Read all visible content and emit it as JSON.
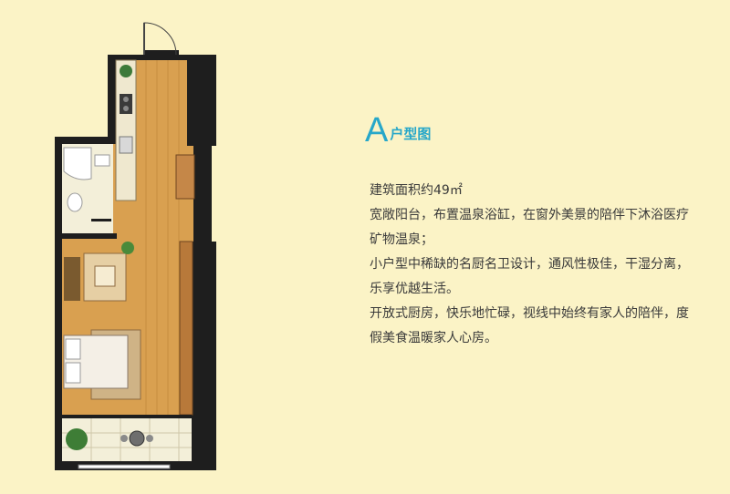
{
  "heading": {
    "letter": "A",
    "text": "户型图"
  },
  "description": [
    "建筑面积约49㎡",
    "宽敞阳台，布置温泉浴缸，在窗外美景的陪伴下沐浴医疗",
    "矿物温泉；",
    "小户型中稀缺的名厨名卫设计，通风性极佳，干湿分离，",
    "乐享优越生活。",
    "开放式厨房，快乐地忙碌，视线中始终有家人的陪伴，度",
    "假美食温暖家人心房。"
  ],
  "colors": {
    "background": "#fbf3c6",
    "accent": "#27a7c9",
    "wall": "#1c1c1c",
    "wood_floor": "#d9a050",
    "tile_floor": "#f3efd9"
  }
}
